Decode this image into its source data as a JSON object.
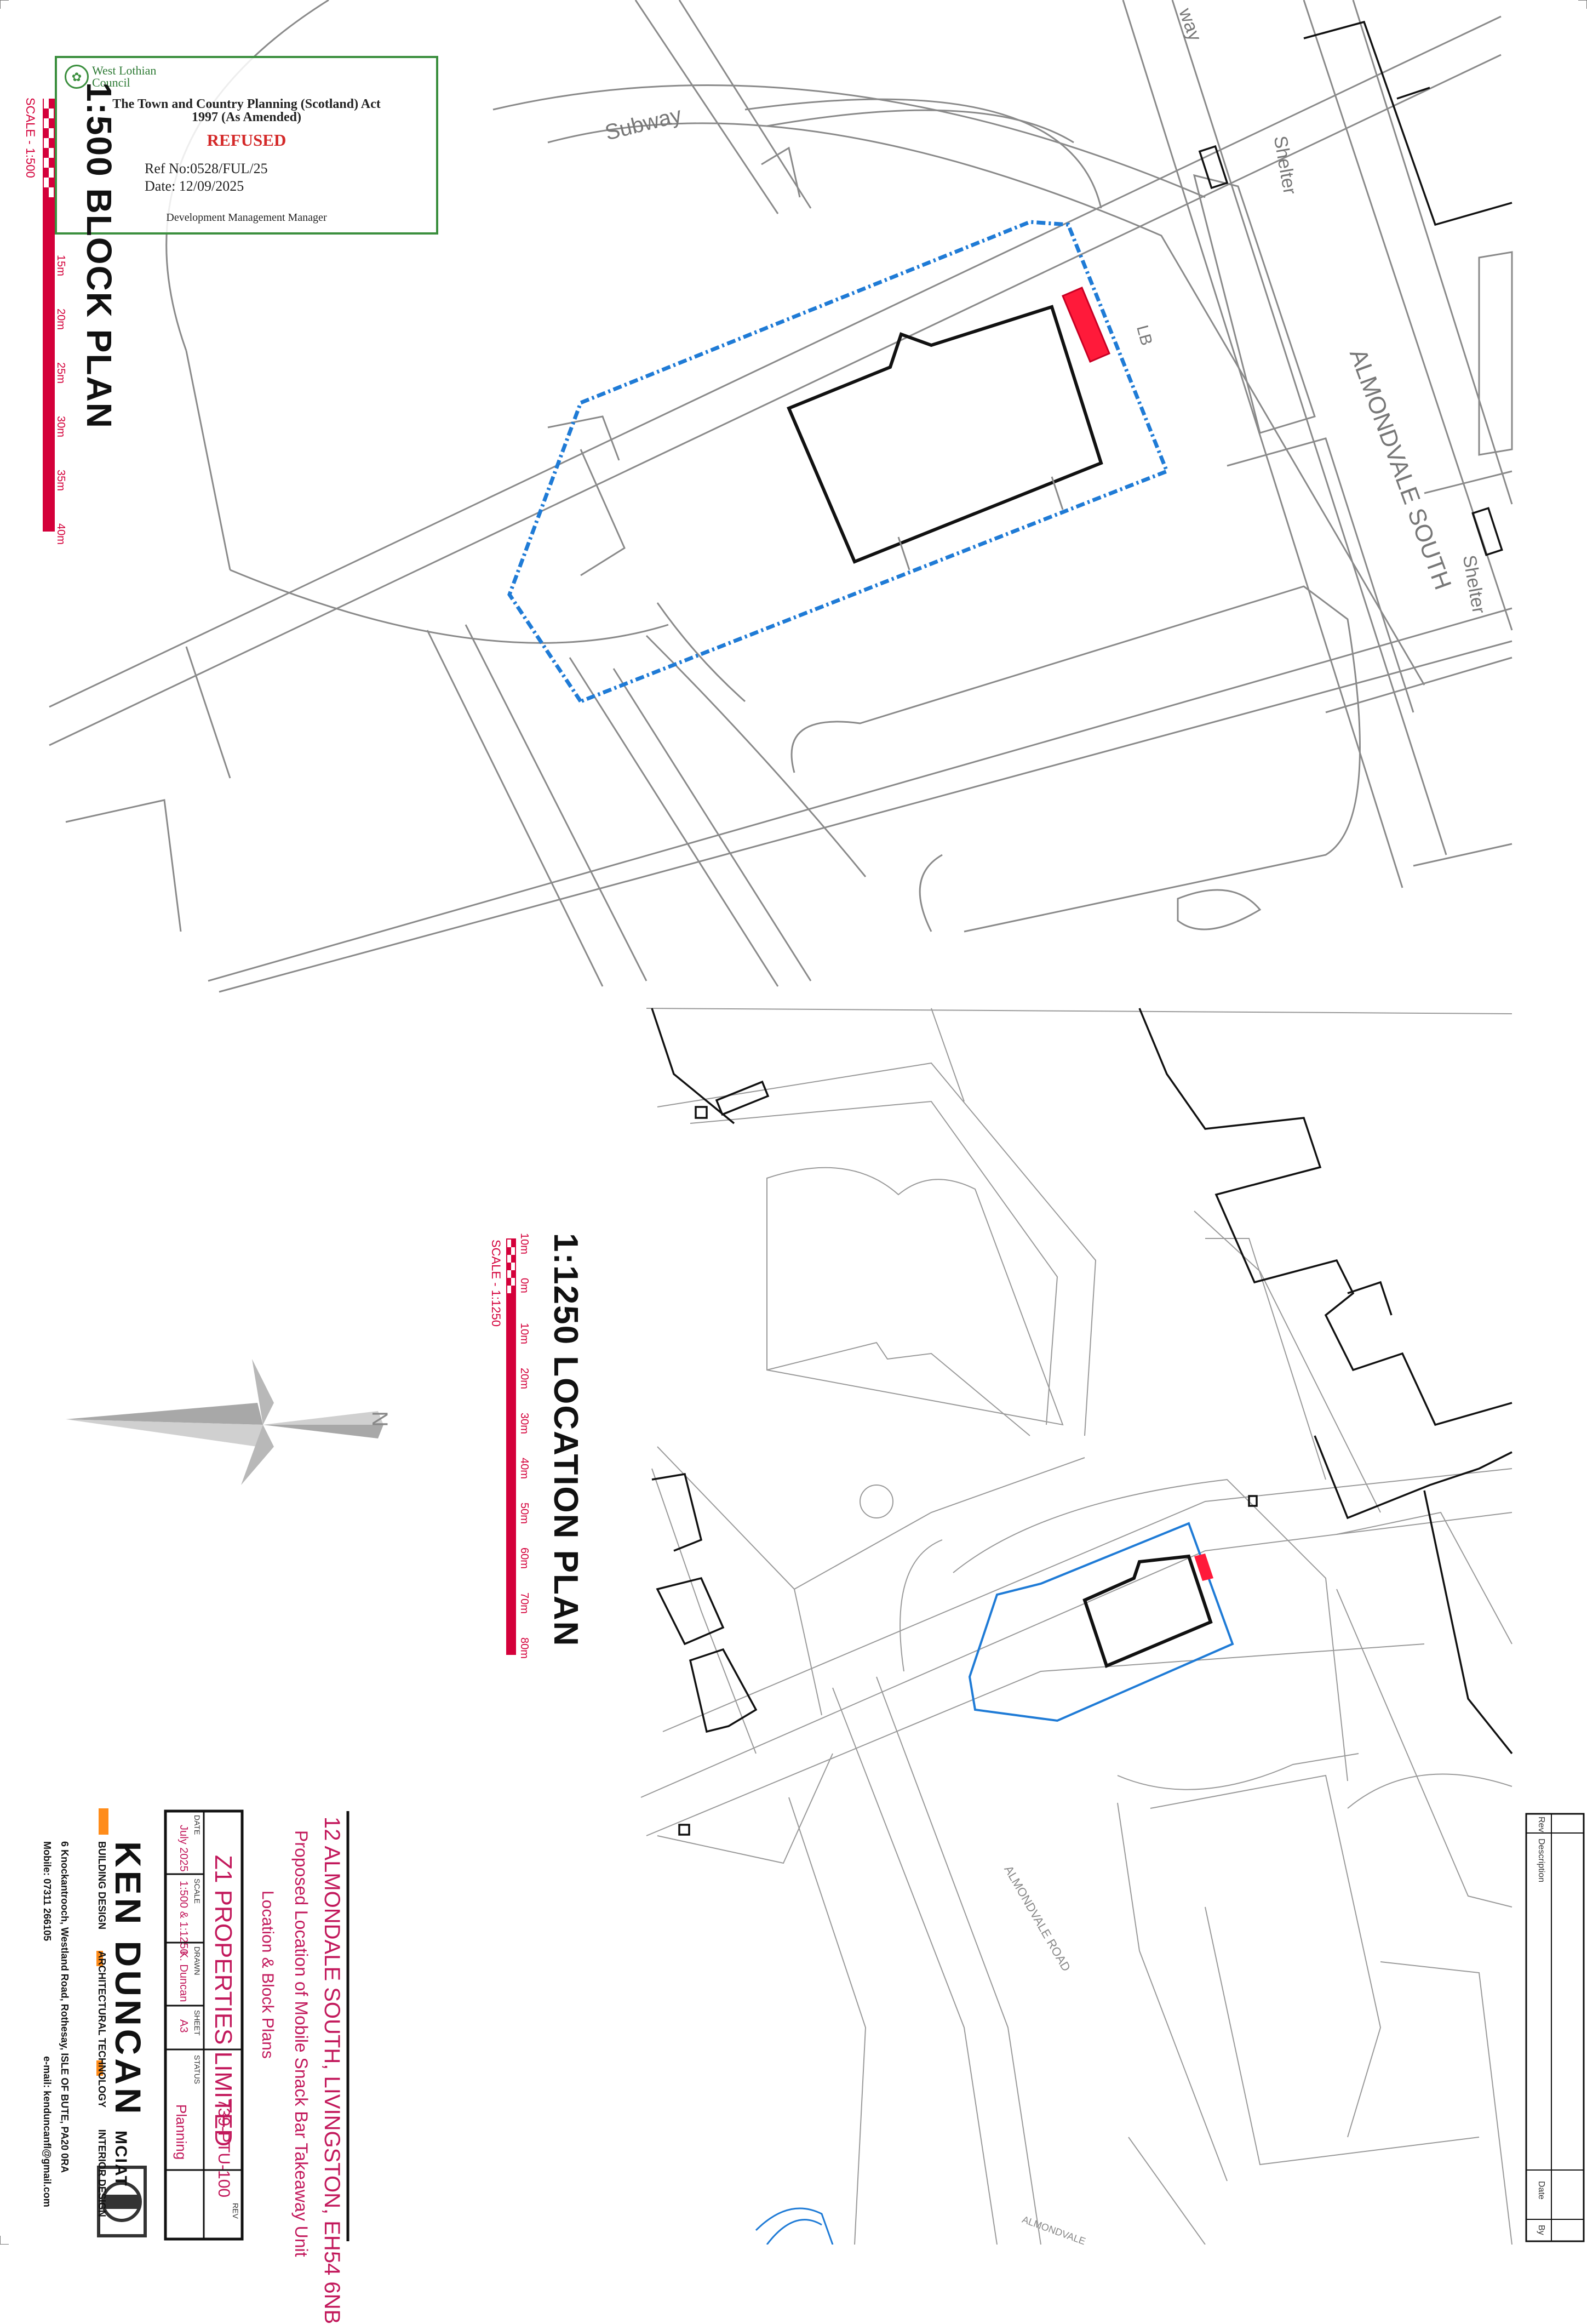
{
  "stamp": {
    "council": "West Lothian Council",
    "act_line1": "The Town and Country Planning (Scotland) Act",
    "act_line2": "1997 (As Amended)",
    "decision": "REFUSED",
    "ref": "Ref No:0528/FUL/25",
    "date": "Date: 12/09/2025",
    "manager": "Development Management Manager"
  },
  "block_plan": {
    "title": "1:500 BLOCK PLAN",
    "scale_label": "SCALE - 1:500",
    "ticks": [
      "15m",
      "20m",
      "25m",
      "30m",
      "35m",
      "40m"
    ]
  },
  "location_plan": {
    "title": "1:1250 LOCATION PLAN",
    "scale_label": "SCALE - 1:1250",
    "ticks": [
      "10m",
      "0m",
      "10m",
      "20m",
      "30m",
      "40m",
      "50m",
      "60m",
      "70m",
      "80m"
    ]
  },
  "north_label": "N",
  "map_labels": {
    "subway": "Subway",
    "way": "way",
    "shelter": "Shelter",
    "lb": "LB",
    "almondvale_south": "ALMONDVALE SOUTH",
    "almondvale_road": "ALMONDVALE ROAD",
    "almondvale": "ALMONDVALE"
  },
  "title_block": {
    "address": "12 ALMONDALE SOUTH, LIVINGSTON, EH54 6NB",
    "project": "Proposed Location of Mobile Snack Bar Takeaway Unit",
    "drawing": "Location & Block Plans",
    "client": "Z1 PROPERTIES LIMITED",
    "date_label": "DATE",
    "date": "July 2025",
    "scale_label": "SCALE",
    "scale": "1:500 & 1:1250",
    "drawn_label": "DRAWN",
    "drawn": "K. Duncan",
    "sheet_label": "SHEET",
    "sheet": "A3",
    "dwg_no": "739-PTU-100",
    "rev_label": "REV",
    "status_label": "STATUS",
    "status": "Planning",
    "company": "KEN DUNCAN",
    "company_suffix": "MCIAT",
    "services": [
      "BUILDING DESIGN",
      "ARCHITECTURAL TECHNOLOGY",
      "INTERIOR DESIGN"
    ],
    "address_line": "6 Knockantrooch, Westland Road, Rothesay, ISLE OF BUTE, PA20 0RA",
    "mobile": "Mobile: 07311 266105",
    "email": "e-mail: kenduncanfl@gmail.com"
  },
  "revision_table": {
    "rev": "Rev",
    "description": "Description",
    "date": "Date",
    "by": "By"
  },
  "colors": {
    "boundary": "#1f7bd6",
    "scale_bar": "#d4003a",
    "proposal": "#ff1a3a",
    "stamp_border": "#3b8f3e",
    "refused": "#d42a2a",
    "title_text": "#c2185b"
  }
}
